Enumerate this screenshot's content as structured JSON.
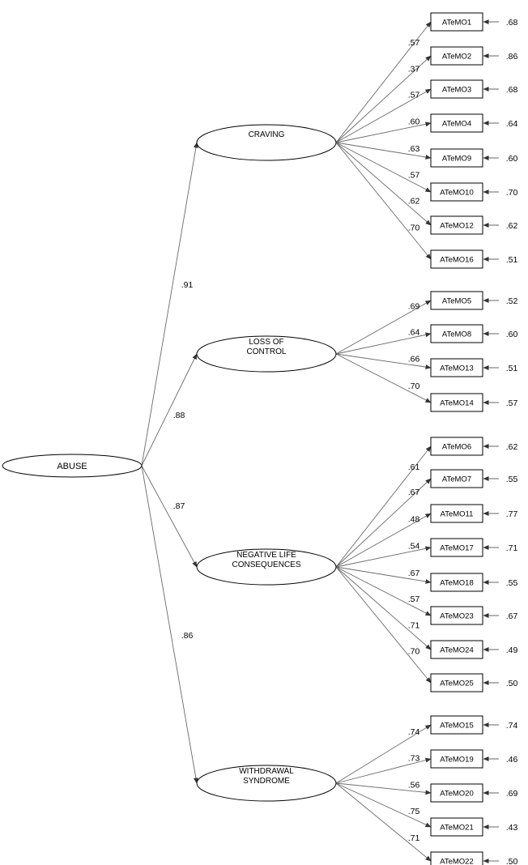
{
  "root": {
    "label": "ABUSE"
  },
  "factors": [
    {
      "label_lines": [
        "CRAVING"
      ],
      "loading": ".91",
      "items": [
        {
          "name": "ATeMO1",
          "loading": ".57",
          "error": ".68"
        },
        {
          "name": "ATeMO2",
          "loading": ".37",
          "error": ".86"
        },
        {
          "name": "ATeMO3",
          "loading": ".57",
          "error": ".68"
        },
        {
          "name": "ATeMO4",
          "loading": ".60",
          "error": ".64"
        },
        {
          "name": "ATeMO9",
          "loading": ".63",
          "error": ".60"
        },
        {
          "name": "ATeMO10",
          "loading": ".57",
          "error": ".70"
        },
        {
          "name": "ATeMO12",
          "loading": ".62",
          "error": ".62"
        },
        {
          "name": "ATeMO16",
          "loading": ".70",
          "error": ".51"
        }
      ]
    },
    {
      "label_lines": [
        "LOSS OF",
        "CONTROL"
      ],
      "loading": ".88",
      "items": [
        {
          "name": "ATeMO5",
          "loading": ".69",
          "error": ".52"
        },
        {
          "name": "ATeMO8",
          "loading": ".64",
          "error": ".60"
        },
        {
          "name": "ATeMO13",
          "loading": ".66",
          "error": ".51"
        },
        {
          "name": "ATeMO14",
          "loading": ".70",
          "error": ".57"
        }
      ]
    },
    {
      "label_lines": [
        "NEGATIVE LIFE",
        "CONSEQUENCES"
      ],
      "loading": ".87",
      "items": [
        {
          "name": "ATeMO6",
          "loading": ".61",
          "error": ".62"
        },
        {
          "name": "ATeMO7",
          "loading": ".67",
          "error": ".55"
        },
        {
          "name": "ATeMO11",
          "loading": ".48",
          "error": ".77"
        },
        {
          "name": "ATeMO17",
          "loading": ".54",
          "error": ".71"
        },
        {
          "name": "ATeMO18",
          "loading": ".67",
          "error": ".55"
        },
        {
          "name": "ATeMO23",
          "loading": ".57",
          "error": ".67"
        },
        {
          "name": "ATeMO24",
          "loading": ".71",
          "error": ".49"
        },
        {
          "name": "ATeMO25",
          "loading": ".70",
          "error": ".50"
        }
      ]
    },
    {
      "label_lines": [
        "WITHDRAWAL",
        "SYNDROME"
      ],
      "loading": ".86",
      "items": [
        {
          "name": "ATeMO15",
          "loading": ".74",
          "error": ".74"
        },
        {
          "name": "ATeMO19",
          "loading": ".73",
          "error": ".46"
        },
        {
          "name": "ATeMO20",
          "loading": ".56",
          "error": ".69"
        },
        {
          "name": "ATeMO21",
          "loading": ".75",
          "error": ".43"
        },
        {
          "name": "ATeMO22",
          "loading": ".71",
          "error": ".50"
        }
      ]
    }
  ]
}
